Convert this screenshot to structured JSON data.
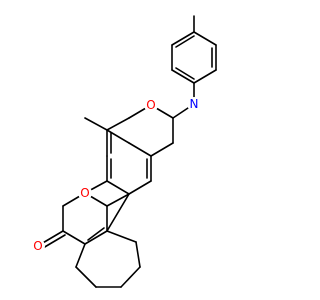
{
  "molecule": {
    "labels": {
      "ring_oxygen_upper": "O",
      "ring_nitrogen": "N",
      "ring_oxygen_lower": "O",
      "carbonyl_oxygen": "O"
    },
    "colors": {
      "oxygen": "#ff0000",
      "nitrogen": "#0000ff",
      "bond": "#000000"
    }
  }
}
